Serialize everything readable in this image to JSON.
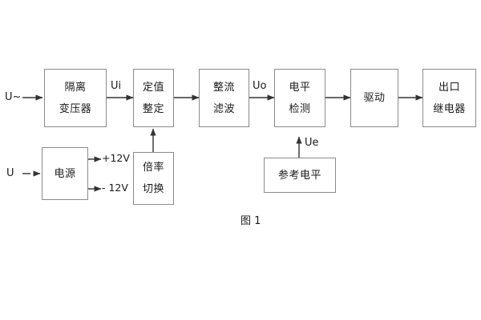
{
  "diagram": {
    "caption": "图 1",
    "blocks": [
      {
        "id": "isolation-transformer",
        "lines": [
          "隔离",
          "变压器"
        ]
      },
      {
        "id": "setting-value",
        "lines": [
          "定值",
          "整定"
        ]
      },
      {
        "id": "rectify-filter",
        "lines": [
          "整流",
          "滤波"
        ]
      },
      {
        "id": "level-detection",
        "lines": [
          "电平",
          "检测"
        ]
      },
      {
        "id": "drive",
        "lines": [
          "驱动"
        ]
      },
      {
        "id": "output-relay",
        "lines": [
          "出口",
          "继电器"
        ]
      },
      {
        "id": "power-supply",
        "lines": [
          "电源"
        ]
      },
      {
        "id": "multiplier-switch",
        "lines": [
          "倍率",
          "切换"
        ]
      },
      {
        "id": "reference-level",
        "lines": [
          "参考电平"
        ]
      }
    ],
    "signals": {
      "input_ac": "U~",
      "input_dc": "U",
      "ui": "Ui",
      "uo": "Uo",
      "ue": "Ue",
      "rail_pos": "+12V",
      "rail_neg": "- 12V"
    },
    "colors": {
      "border": "#8b8b8b",
      "text": "#1a1a1a",
      "background": "#ffffff",
      "wire": "#333333"
    }
  }
}
